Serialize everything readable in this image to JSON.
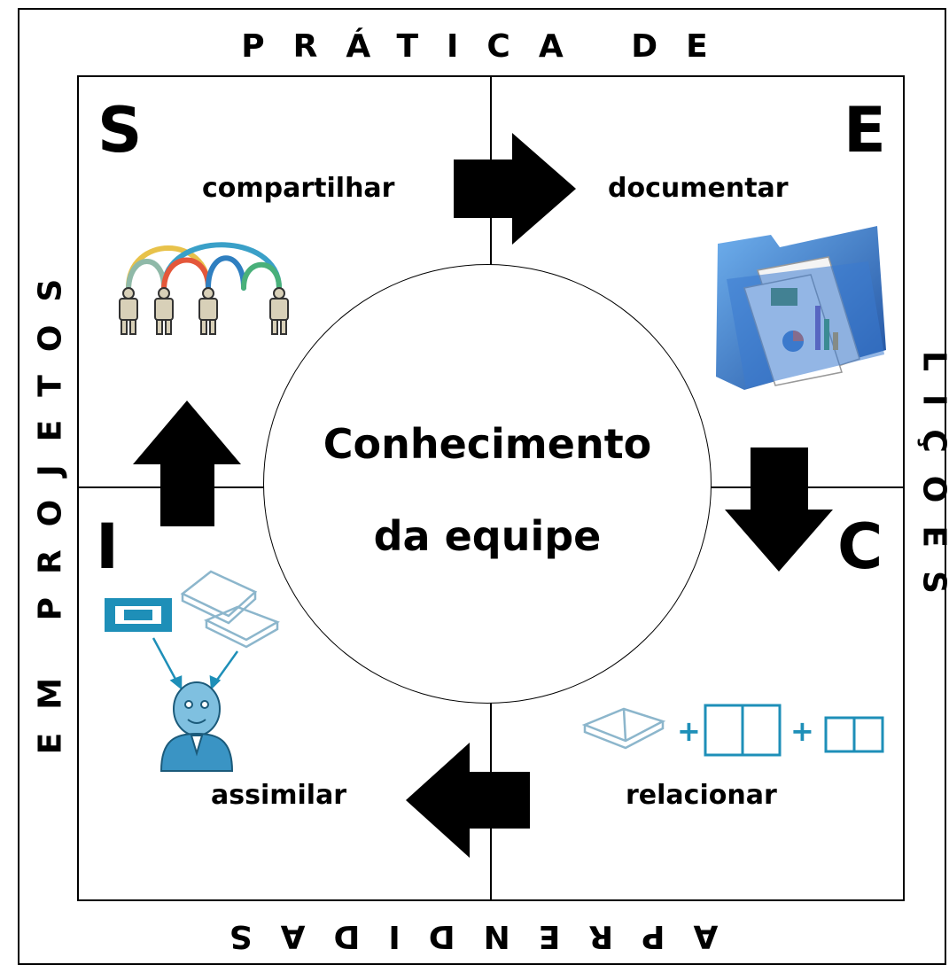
{
  "edges": {
    "top": "PRÁTICA DE",
    "right": "LIÇÕES",
    "bottom": "APRENDIDAS",
    "left": "EM PROJETOS"
  },
  "center": {
    "line1": "Conhecimento",
    "line2": "da equipe"
  },
  "quadrants": {
    "top_left": {
      "letter": "S",
      "label": "compartilhar",
      "icon": "people-network-icon"
    },
    "top_right": {
      "letter": "E",
      "label": "documentar",
      "icon": "document-folder-icon"
    },
    "bottom_right": {
      "letter": "C",
      "label": "relacionar",
      "icon": "books-combine-icon"
    },
    "bottom_left": {
      "letter": "I",
      "label": "assimilar",
      "icon": "learner-icon"
    }
  },
  "colors": {
    "stroke": "#000000",
    "icon_blue": "#1e8fb8",
    "folder_blue": "#2f6fc4"
  },
  "arrows": [
    "right",
    "down",
    "left",
    "up"
  ]
}
